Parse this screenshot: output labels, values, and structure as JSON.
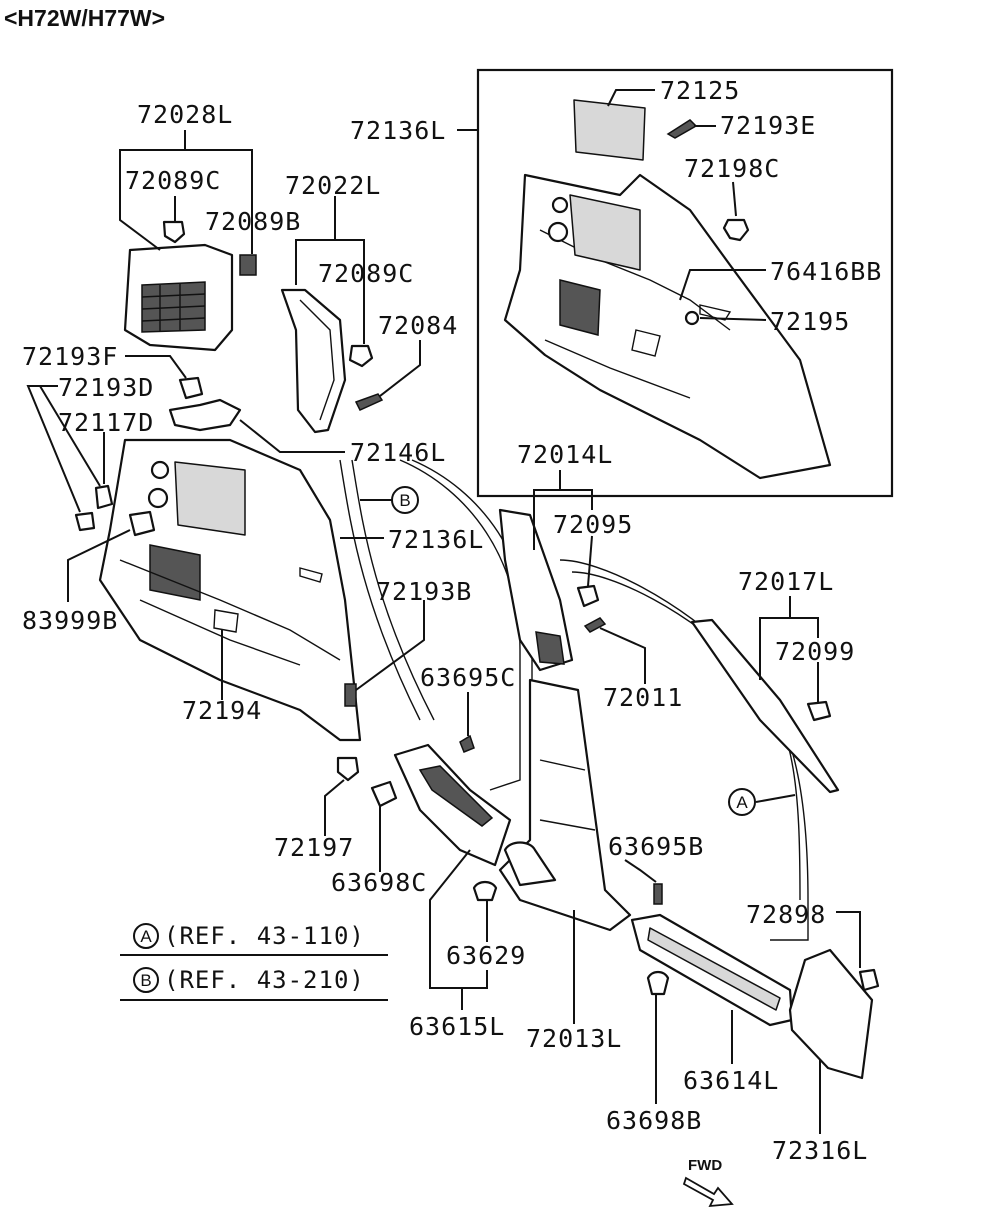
{
  "title": "<H72W/H77W>",
  "part_numbers": {
    "p72125": "72125",
    "p72193E": "72193E",
    "p72136L_inset": "72136L",
    "p72198C": "72198C",
    "p76416BB": "76416BB",
    "p72195": "72195",
    "p72028L": "72028L",
    "p72089C_a": "72089C",
    "p72089B": "72089B",
    "p72022L": "72022L",
    "p72089C_b": "72089C",
    "p72084": "72084",
    "p72193F": "72193F",
    "p72193D": "72193D",
    "p72117D": "72117D",
    "p72146L": "72146L",
    "p72014L": "72014L",
    "p72095": "72095",
    "p72136L": "72136L",
    "p72193B": "72193B",
    "p83999B": "83999B",
    "p72017L": "72017L",
    "p72099": "72099",
    "p72011": "72011",
    "p63695C": "63695C",
    "p72194": "72194",
    "p72197": "72197",
    "p63698C": "63698C",
    "p63695B": "63695B",
    "p72898": "72898",
    "p63629": "63629",
    "p63615L": "63615L",
    "p72013L": "72013L",
    "p63614L": "63614L",
    "p63698B": "63698B",
    "p72316L": "72316L"
  },
  "callouts": {
    "a": "A",
    "b": "B"
  },
  "references": {
    "ref_a_letter": "A",
    "ref_a_text": "(REF. 43-110)",
    "ref_b_letter": "B",
    "ref_b_text": "(REF. 43-210)"
  },
  "direction": "FWD"
}
